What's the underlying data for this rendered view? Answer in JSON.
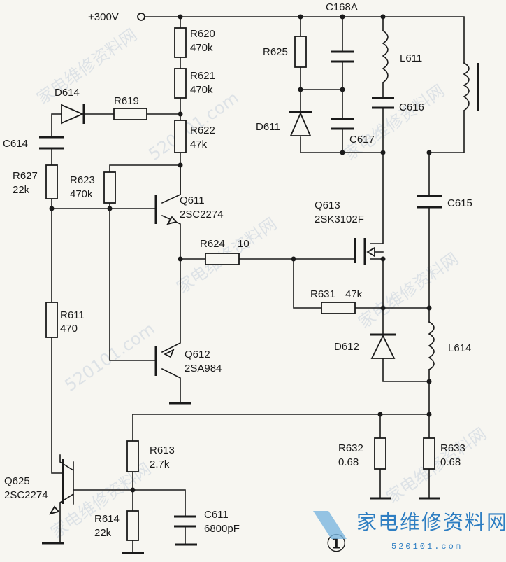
{
  "supply": {
    "label": "+300V"
  },
  "capacitors": {
    "c168a": "C168A",
    "c616": "C616",
    "c617": "C617",
    "c614": "C614",
    "c615": "C615",
    "c611": {
      "name": "C611",
      "value": "6800pF"
    }
  },
  "inductors": {
    "l611": "L611",
    "l614": "L614"
  },
  "resistors": {
    "r620": {
      "name": "R620",
      "value": "470k"
    },
    "r621": {
      "name": "R621",
      "value": "470k"
    },
    "r622": {
      "name": "R622",
      "value": "47k"
    },
    "r619": {
      "name": "R619"
    },
    "r625": {
      "name": "R625"
    },
    "r627": {
      "name": "R627",
      "value": "22k"
    },
    "r623": {
      "name": "R623",
      "value": "470k"
    },
    "r624": {
      "name": "R624",
      "value": "10"
    },
    "r631": {
      "name": "R631",
      "value": "47k"
    },
    "r611": {
      "name": "R611",
      "value": "470"
    },
    "r613": {
      "name": "R613",
      "value": "2.7k"
    },
    "r614": {
      "name": "R614",
      "value": "22k"
    },
    "r632": {
      "name": "R632",
      "value": "0.68"
    },
    "r633": {
      "name": "R633",
      "value": "0.68"
    }
  },
  "diodes": {
    "d614": "D614",
    "d611": "D611",
    "d612": "D612"
  },
  "transistors": {
    "q611": {
      "name": "Q611",
      "part": "2SC2274"
    },
    "q612": {
      "name": "Q612",
      "part": "2SA984"
    },
    "q613": {
      "name": "Q613",
      "part": "2SK3102F"
    },
    "q625": {
      "name": "Q625",
      "part": "2SC2274"
    }
  },
  "figure_number": "①",
  "watermark": {
    "text": "家电维修资料网",
    "url": "520101.com",
    "logo_text": "家电维修资料网",
    "logo_url": "520101.com"
  }
}
